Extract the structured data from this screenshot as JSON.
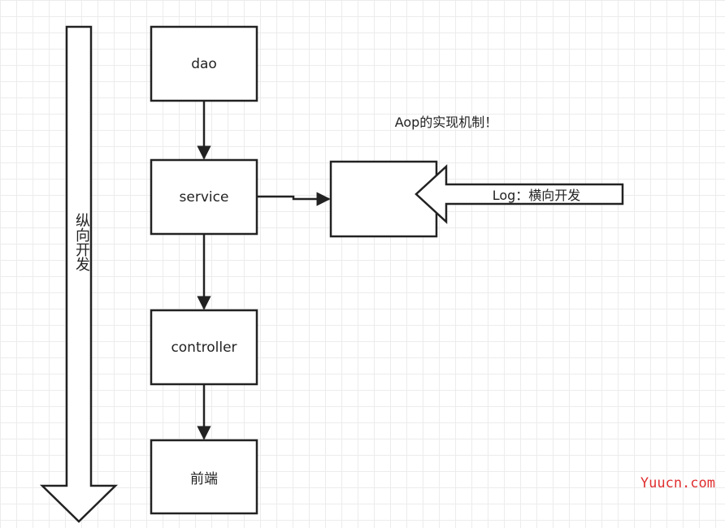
{
  "diagram": {
    "nodes": {
      "dao": "dao",
      "service": "service",
      "controller": "controller",
      "frontend": "前端",
      "aop_target": ""
    },
    "vertical_arrow_label": "纵向开发",
    "horizontal_arrow_label": "Log：横向开发",
    "aop_caption": "Aop的实现机制！"
  },
  "watermark": "Yuucn.com"
}
